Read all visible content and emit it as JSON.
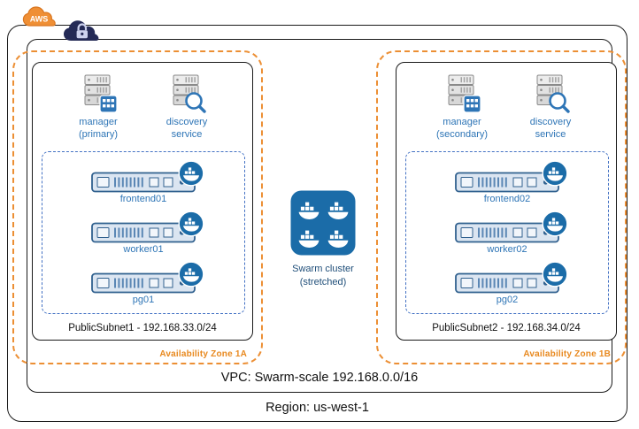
{
  "colors": {
    "aws_orange": "#ec8f34",
    "az_label_orange": "#e8891f",
    "label_blue": "#2e75b6",
    "docker_blue": "#1b6ca8",
    "node_dash_blue": "#4472c4",
    "swarm_text_navy": "#1f4e79",
    "lock_cloud_navy": "#242a56"
  },
  "logos": {
    "aws": "AWS"
  },
  "region": {
    "label": "Region: us-west-1"
  },
  "vpc": {
    "label": "VPC: Swarm-scale 192.168.0.0/16"
  },
  "swarm": {
    "line1": "Swarm cluster",
    "line2": "(stretched)"
  },
  "zones": [
    {
      "name": "Availability Zone 1A",
      "subnet_label": "PublicSubnet1 - 192.168.33.0/24",
      "manager": {
        "line1": "manager",
        "line2": "(primary)"
      },
      "discovery": {
        "line1": "discovery",
        "line2": "service"
      },
      "nodes": [
        "frontend01",
        "worker01",
        "pg01"
      ]
    },
    {
      "name": "Availability Zone 1B",
      "subnet_label": "PublicSubnet2 - 192.168.34.0/24",
      "manager": {
        "line1": "manager",
        "line2": "(secondary)"
      },
      "discovery": {
        "line1": "discovery",
        "line2": "service"
      },
      "nodes": [
        "frontend02",
        "worker02",
        "pg02"
      ]
    }
  ]
}
